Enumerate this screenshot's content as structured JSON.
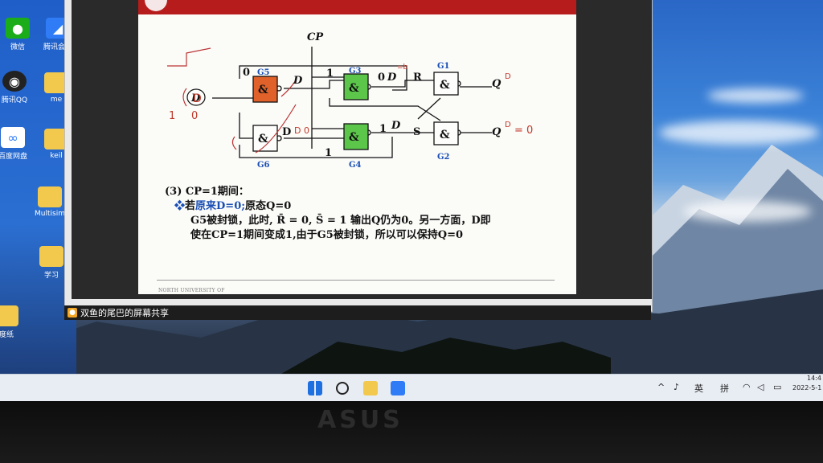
{
  "desktop_icons": [
    {
      "label": "微信",
      "glyph": "wechat-icon"
    },
    {
      "label": "腾讯会议",
      "glyph": "tencent-meeting-icon"
    },
    {
      "label": "腾讯QQ",
      "glyph": "qq-icon"
    },
    {
      "label": "me",
      "glyph": "folder-icon"
    },
    {
      "label": "百度网盘",
      "glyph": "baidu-netdisk-icon"
    },
    {
      "label": "keil",
      "glyph": "folder-icon"
    },
    {
      "label": "Multisim",
      "glyph": "folder-icon"
    },
    {
      "label": "学习",
      "glyph": "folder-icon"
    },
    {
      "label": "度纸",
      "glyph": "folder-icon"
    }
  ],
  "share_bar": {
    "label": "双鱼的尾巴的屏幕共享"
  },
  "circuit": {
    "cp": "CP",
    "gates": {
      "g1": "G1",
      "g2": "G2",
      "g3": "G3",
      "g4": "G4",
      "g5": "G5",
      "g6": "G6"
    },
    "and_symbol": "&",
    "input_d": "D",
    "signals": {
      "dbar": "D",
      "one_top": "1",
      "zero_g3": "0",
      "d_g3": "D",
      "rbar": "R",
      "qbar": "Q",
      "d_g6": "D",
      "one_g4": "1",
      "dbar_g4": "D",
      "sbar": "S",
      "q": "Q",
      "zero_g5": "0",
      "one_bottom": "1"
    },
    "handwritten": {
      "left_d": "D",
      "left_1": "1",
      "left_0": "0",
      "d0": "D 0",
      "q_sup": "D",
      "q_eq": "= 0",
      "qbar_sup": "D",
      "g3_sup": "=b"
    }
  },
  "slide": {
    "heading": "(3)  CP=1期间：",
    "bullet": "❖",
    "line1_prefix": "若",
    "line1_blue": "原来D=0;",
    "line1_suffix": "原态Q=0",
    "line2": "G5被封锁，此时, R̄ = 0, S̄ = 1 输出Q仍为0。另一方面，D即",
    "line3": "使在CP=1期间变成1,由于G5被封锁，所以可以保持Q=0",
    "footer": "NORTH UNIVERSITY OF"
  },
  "taskbar": {
    "apps": [
      "windows-start-icon",
      "search-icon",
      "file-explorer-icon",
      "tencent-meeting-icon"
    ],
    "tray": {
      "chevron": "^",
      "ime1": "英",
      "ime2": "拼",
      "time": "14:4",
      "date": "2022-5-1"
    }
  },
  "bezel": {
    "brand": "ASUS"
  }
}
